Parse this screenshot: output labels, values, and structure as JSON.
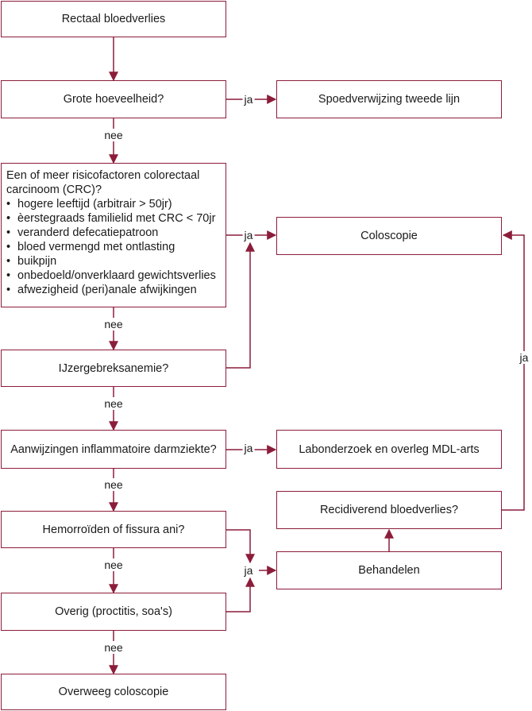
{
  "colors": {
    "stroke": "#8c1d3a",
    "text": "#1a1a1a",
    "background": "#ffffff"
  },
  "boxes": {
    "rectaal": "Rectaal bloedverlies",
    "grote": "Grote hoeveelheid?",
    "spoed": "Spoedverwijzing tweede lijn",
    "risico_title": "Een of meer risicofactoren colorectaal carcinoom (CRC)?",
    "risico_items": [
      "hogere leeftijd (arbitrair > 50jr)",
      "èerstegraads familielid met CRC < 70jr",
      "veranderd defecatiepatroon",
      "bloed vermengd met ontlasting",
      "buikpijn",
      "onbedoeld/onverklaard gewichtsverlies",
      "afwezigheid (peri)anale afwijkingen"
    ],
    "coloscopie": "Coloscopie",
    "ijzer": "IJzergebreksanemie?",
    "ibd": "Aanwijzingen inflammatoire darmziekte?",
    "labo": "Labonderzoek en overleg MDL-arts",
    "recidief": "Recidiverend bloedverlies?",
    "hemorroiden": "Hemorroïden of fissura ani?",
    "behandelen": "Behandelen",
    "overig": "Overig (proctitis, soa's)",
    "overweeg": "Overweeg coloscopie"
  },
  "labels": {
    "ja": "ja",
    "nee": "nee"
  }
}
